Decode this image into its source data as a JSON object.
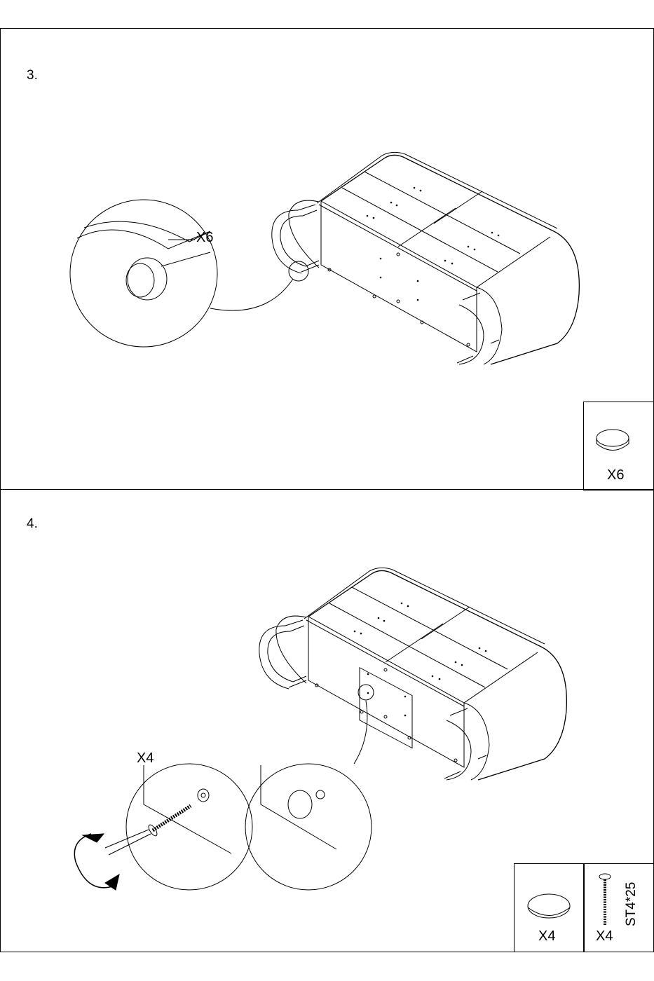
{
  "steps": [
    {
      "number": "3.",
      "callout_qty": "X6",
      "parts": [
        {
          "icon": "felt-pad-icon",
          "qty": "X6"
        }
      ]
    },
    {
      "number": "4.",
      "callout_qty": "X4",
      "parts": [
        {
          "icon": "cover-cap-icon",
          "qty": "X4"
        },
        {
          "icon": "screw-icon",
          "qty": "X4",
          "spec": "ST4*25"
        }
      ]
    }
  ]
}
